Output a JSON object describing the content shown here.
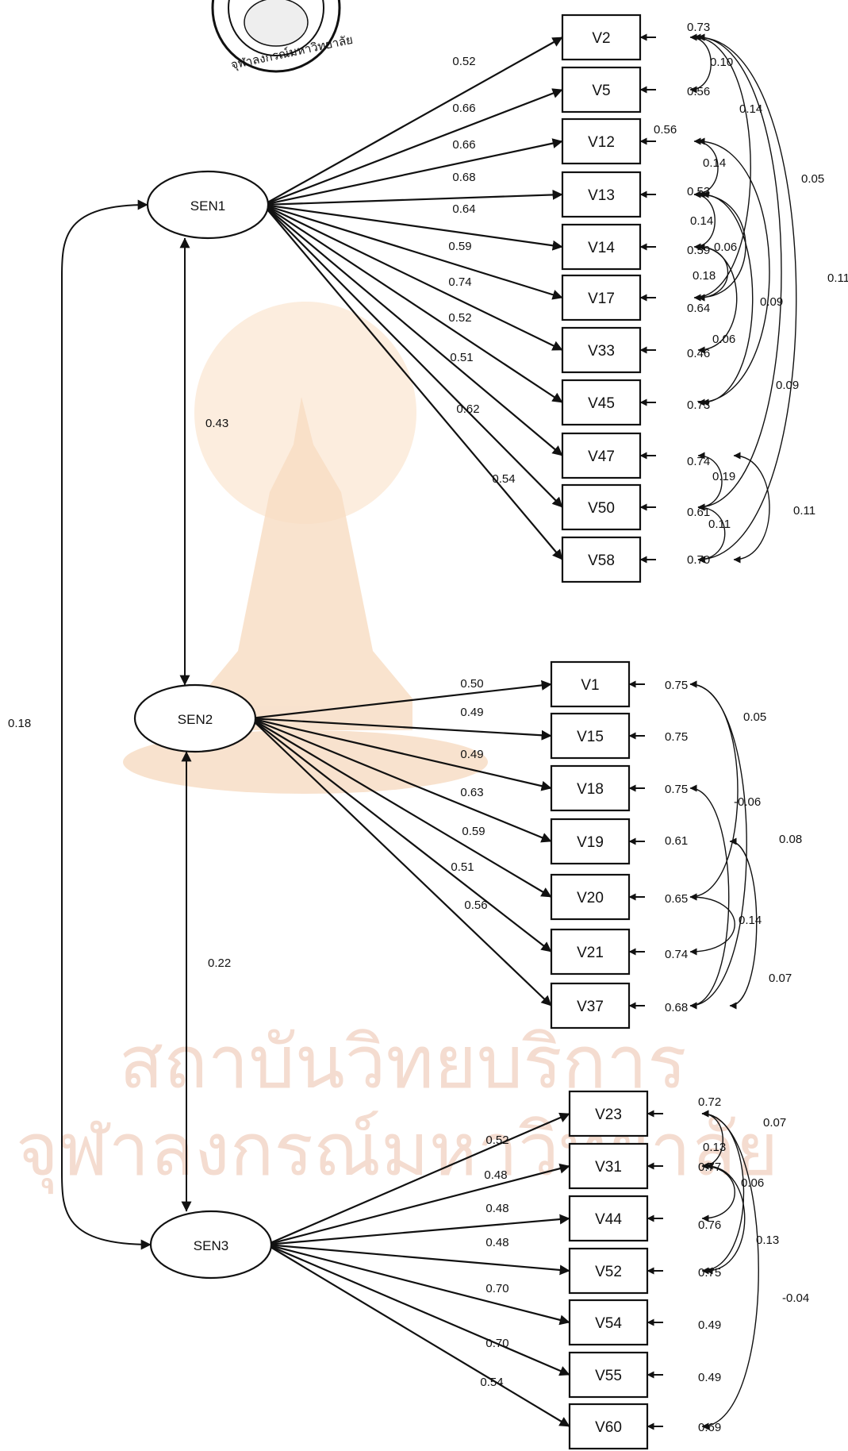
{
  "colors": {
    "ink": "#111111",
    "watermark": "#f4cfc0"
  },
  "watermark": {
    "line1": "สถาบันวิทยบริการ",
    "line2": "จุฬาลงกรณ์มหาวิทยาลัย"
  },
  "seal": {
    "text": "จุฬาลงกรณ์มหาวิทยาลัย"
  },
  "latents": [
    {
      "id": "SEN1",
      "label": "SEN1"
    },
    {
      "id": "SEN2",
      "label": "SEN2"
    },
    {
      "id": "SEN3",
      "label": "SEN3"
    }
  ],
  "factor_correlations": [
    {
      "from": "SEN1",
      "to": "SEN2",
      "value": "0.43"
    },
    {
      "from": "SEN2",
      "to": "SEN3",
      "value": "0.22"
    },
    {
      "from": "SEN1",
      "to": "SEN3",
      "value": "0.18"
    }
  ],
  "indicators": [
    {
      "id": "V2",
      "factor": "SEN1",
      "loading": "0.52",
      "error": "0.73"
    },
    {
      "id": "V5",
      "factor": "SEN1",
      "loading": "0.66",
      "error": "0.56"
    },
    {
      "id": "V12",
      "factor": "SEN1",
      "loading": "0.66",
      "error": "0.56"
    },
    {
      "id": "V13",
      "factor": "SEN1",
      "loading": "0.68",
      "error": "0.53"
    },
    {
      "id": "V14",
      "factor": "SEN1",
      "loading": "0.64",
      "error": "0.59"
    },
    {
      "id": "V17",
      "factor": "SEN1",
      "loading": "0.59",
      "error": "0.64"
    },
    {
      "id": "V33",
      "factor": "SEN1",
      "loading": "0.74",
      "error": "0.46"
    },
    {
      "id": "V45",
      "factor": "SEN1",
      "loading": "0.52",
      "error": "0.73"
    },
    {
      "id": "V47",
      "factor": "SEN1",
      "loading": "0.51",
      "error": "0.74"
    },
    {
      "id": "V50",
      "factor": "SEN1",
      "loading": "0.62",
      "error": "0.61"
    },
    {
      "id": "V58",
      "factor": "SEN1",
      "loading": "0.54",
      "error": "0.70"
    },
    {
      "id": "V1",
      "factor": "SEN2",
      "loading": "0.50",
      "error": "0.75"
    },
    {
      "id": "V15",
      "factor": "SEN2",
      "loading": "0.49",
      "error": "0.75"
    },
    {
      "id": "V18",
      "factor": "SEN2",
      "loading": "0.49",
      "error": "0.75"
    },
    {
      "id": "V19",
      "factor": "SEN2",
      "loading": "0.63",
      "error": "0.61"
    },
    {
      "id": "V20",
      "factor": "SEN2",
      "loading": "0.59",
      "error": "0.65"
    },
    {
      "id": "V21",
      "factor": "SEN2",
      "loading": "0.51",
      "error": "0.74"
    },
    {
      "id": "V37",
      "factor": "SEN2",
      "loading": "0.56",
      "error": "0.68"
    },
    {
      "id": "V23",
      "factor": "SEN3",
      "loading": "0.52",
      "error": "0.72"
    },
    {
      "id": "V31",
      "factor": "SEN3",
      "loading": "0.48",
      "error": "0.77"
    },
    {
      "id": "V44",
      "factor": "SEN3",
      "loading": "0.48",
      "error": "0.76"
    },
    {
      "id": "V52",
      "factor": "SEN3",
      "loading": "0.48",
      "error": "0.75"
    },
    {
      "id": "V54",
      "factor": "SEN3",
      "loading": "0.70",
      "error": "0.49"
    },
    {
      "id": "V55",
      "factor": "SEN3",
      "loading": "0.70",
      "error": "0.49"
    },
    {
      "id": "V60",
      "factor": "SEN3",
      "loading": "0.54",
      "error": "0.69"
    }
  ],
  "error_covariances": [
    {
      "a": "V2",
      "b": "V5",
      "value": "0.10"
    },
    {
      "a": "V2",
      "b": "V17",
      "value": "0.14"
    },
    {
      "a": "V2",
      "b": "V58",
      "value": "0.05"
    },
    {
      "a": "V2",
      "b": "V50",
      "value": "0.11"
    },
    {
      "a": "V12",
      "b": "V13",
      "value": "0.14"
    },
    {
      "a": "V12",
      "b": "V45",
      "value": "0.09"
    },
    {
      "a": "V13",
      "b": "V14",
      "value": "0.14"
    },
    {
      "a": "V13",
      "b": "V17",
      "value": "0.06"
    },
    {
      "a": "V14",
      "b": "V17",
      "value": "0.18"
    },
    {
      "a": "V13",
      "b": "V45",
      "value": "0.09"
    },
    {
      "a": "V14",
      "b": "V33",
      "value": "0.06"
    },
    {
      "a": "V47",
      "b": "V50",
      "value": "0.19"
    },
    {
      "a": "V50",
      "b": "V58",
      "value": "0.11"
    },
    {
      "a": "V47",
      "b": "V58",
      "value": "0.11"
    },
    {
      "a": "V1",
      "b": "V20",
      "value": "0.05"
    },
    {
      "a": "V18",
      "b": "V37",
      "value": "-0.06"
    },
    {
      "a": "V1",
      "b": "V37",
      "value": "0.08"
    },
    {
      "a": "V20",
      "b": "V21",
      "value": "0.14"
    },
    {
      "a": "V19",
      "b": "V37",
      "value": "0.07"
    },
    {
      "a": "V23",
      "b": "V31",
      "value": "0.13"
    },
    {
      "a": "V31",
      "b": "V44",
      "value": "0.06"
    },
    {
      "a": "V23",
      "b": "V52",
      "value": "0.07"
    },
    {
      "a": "V31",
      "b": "V52",
      "value": "0.13"
    },
    {
      "a": "V23",
      "b": "V60",
      "value": "-0.04"
    }
  ]
}
